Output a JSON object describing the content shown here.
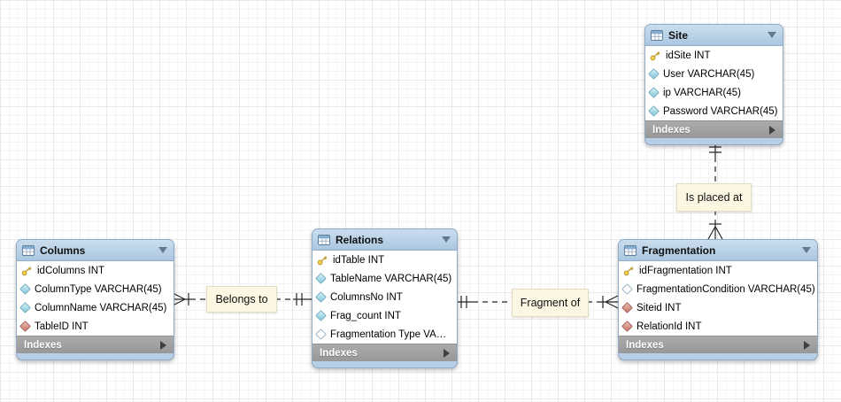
{
  "diagram": {
    "tool_style": "mysql-workbench-eer",
    "colors": {
      "table_header": "#aac6e0",
      "table_frame": "#b7cfe6",
      "indexes_bar": "#9f9f9f",
      "indexes_text": "#ffffff",
      "relationship_label_bg": "#fcf7e2",
      "connector": "#262626",
      "key_icon": "#f5d24c",
      "diamond_filled": "#82c7da",
      "diamond_red": "#c4766c"
    }
  },
  "tables": [
    {
      "title": "Columns",
      "indexes_label": "Indexes",
      "fields": [
        {
          "icon": "key-icon",
          "text": "idColumns INT"
        },
        {
          "icon": "diamond-filled-icon",
          "text": "ColumnType VARCHAR(45)"
        },
        {
          "icon": "diamond-filled-icon",
          "text": "ColumnName VARCHAR(45)"
        },
        {
          "icon": "diamond-red-icon",
          "text": "TableID INT"
        }
      ]
    },
    {
      "title": "Relations",
      "indexes_label": "Indexes",
      "fields": [
        {
          "icon": "key-icon",
          "text": "idTable INT"
        },
        {
          "icon": "diamond-filled-icon",
          "text": "TableName VARCHAR(45)"
        },
        {
          "icon": "diamond-filled-icon",
          "text": "ColumnsNo INT"
        },
        {
          "icon": "diamond-filled-icon",
          "text": "Frag_count INT"
        },
        {
          "icon": "diamond-hollow-icon",
          "text": "Fragmentation Type VA…"
        }
      ]
    },
    {
      "title": "Fragmentation",
      "indexes_label": "Indexes",
      "fields": [
        {
          "icon": "key-icon",
          "text": "idFragmentation INT"
        },
        {
          "icon": "diamond-hollow-icon",
          "text": "FragmentationCondition VARCHAR(45)"
        },
        {
          "icon": "diamond-red-icon",
          "text": "Siteid INT"
        },
        {
          "icon": "diamond-red-icon",
          "text": "RelationId INT"
        }
      ]
    },
    {
      "title": "Site",
      "indexes_label": "Indexes",
      "fields": [
        {
          "icon": "key-icon",
          "text": "idSite INT"
        },
        {
          "icon": "diamond-filled-icon",
          "text": "User VARCHAR(45)"
        },
        {
          "icon": "diamond-filled-icon",
          "text": "ip VARCHAR(45)"
        },
        {
          "icon": "diamond-filled-icon",
          "text": "Password VARCHAR(45)"
        }
      ]
    }
  ],
  "relationships": [
    {
      "label": "Belongs to",
      "from": "Columns",
      "to": "Relations",
      "from_cardinality": "many",
      "to_cardinality": "one"
    },
    {
      "label": "Fragment of",
      "from": "Relations",
      "to": "Fragmentation",
      "from_cardinality": "one",
      "to_cardinality": "many"
    },
    {
      "label": "Is placed at",
      "from": "Site",
      "to": "Fragmentation",
      "from_cardinality": "one",
      "to_cardinality": "many"
    }
  ]
}
